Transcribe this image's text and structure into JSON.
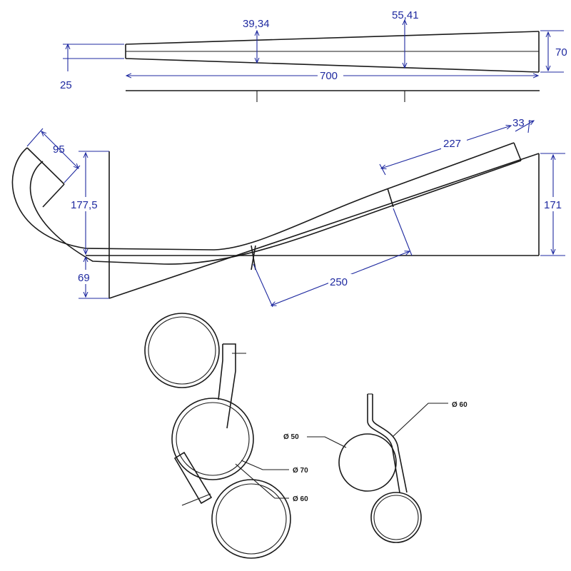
{
  "top_view": {
    "dim_width_start": "39,34",
    "dim_width_mid": "55,41",
    "dim_height_right": "70",
    "dim_height_left": "25",
    "dim_length": "700"
  },
  "side_view": {
    "dim_bend_width": "95",
    "dim_upper_left": "177,5",
    "dim_lower_left": "69",
    "dim_tip": "33",
    "dim_upper_span": "227",
    "dim_height_right": "171",
    "dim_lower_span": "250"
  },
  "section_view": {
    "dia_70": "Ø 70",
    "dia_60_left": "Ø 60",
    "dia_60_right": "Ø 60",
    "dia_50": "Ø 50"
  }
}
